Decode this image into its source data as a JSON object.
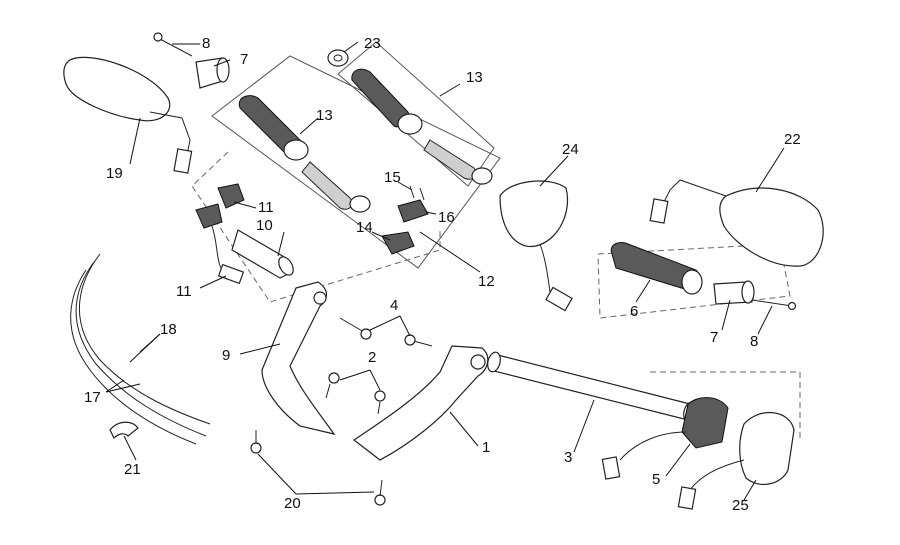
{
  "diagram": {
    "labels": {
      "l1": "1",
      "l2": "2",
      "l3": "3",
      "l4": "4",
      "l5": "5",
      "l6": "6",
      "l7a": "7",
      "l7b": "7",
      "l8a": "8",
      "l8b": "8",
      "l9": "9",
      "l10": "10",
      "l11a": "11",
      "l11b": "11",
      "l12": "12",
      "l13a": "13",
      "l13b": "13",
      "l14": "14",
      "l15": "15",
      "l16": "16",
      "l17": "17",
      "l18": "18",
      "l19": "19",
      "l20": "20",
      "l21": "21",
      "l22": "22",
      "l23": "23",
      "l24": "24",
      "l25": "25"
    }
  }
}
